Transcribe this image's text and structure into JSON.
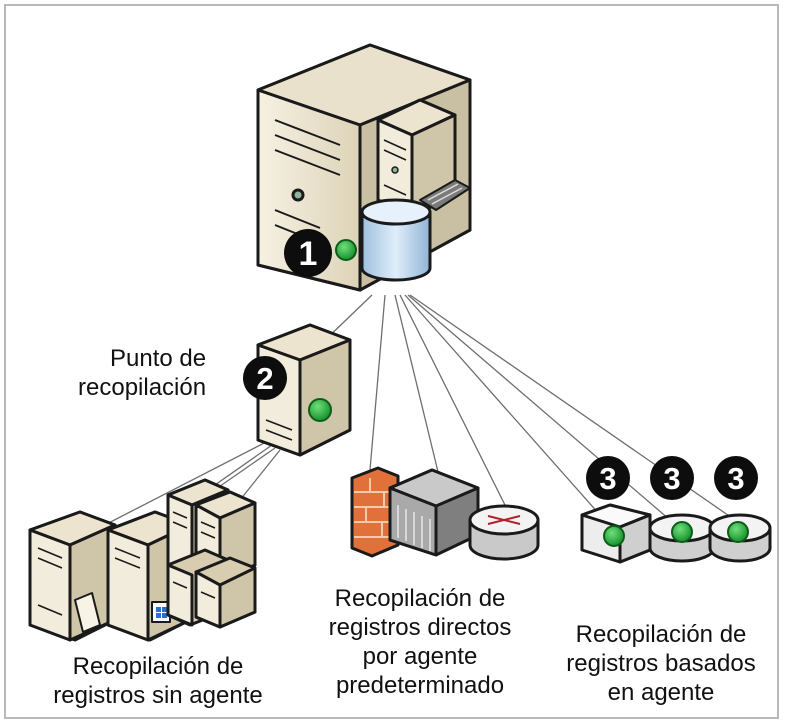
{
  "badges": {
    "main": "1",
    "collection_point": "2",
    "agent": "3"
  },
  "labels": {
    "collection_point": [
      "Punto de",
      "recopilación"
    ],
    "agentless": [
      "Recopilación de",
      "registros sin agente"
    ],
    "direct_default_agent": [
      "Recopilación de",
      "registros directos",
      "por agente",
      "predeterminado"
    ],
    "agent_based": [
      "Recopilación de",
      "registros basados",
      "en agente"
    ]
  },
  "colors": {
    "server_body": "#f0e9d6",
    "server_shade": "#c9bfa3",
    "outline": "#1a1a1a",
    "database": "#c7dcef",
    "status_green": "#22a33b",
    "badge": "#0d0d0d",
    "firewall": "#e0713b",
    "connector": "#6e6e6e"
  },
  "icons": [
    "server-tower-icon",
    "server-small-icon",
    "database-icon",
    "keyboard-icon",
    "firewall-icon",
    "network-appliance-icon",
    "router-icon",
    "agent-device-icon",
    "document-icon"
  ]
}
